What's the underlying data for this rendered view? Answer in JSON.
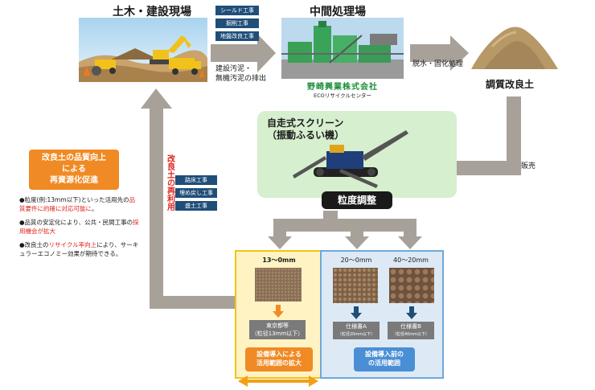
{
  "sites": {
    "construction": {
      "title": "土木・建設現場"
    },
    "intermediate": {
      "title": "中間処理場"
    },
    "improved_soil": {
      "title": "調質改良土"
    }
  },
  "work_types_top": [
    "シールド工事",
    "掘削工事",
    "地盤改良工事"
  ],
  "discharge_text": {
    "line1": "建設汚泥・",
    "line2": "無機汚泥の排出"
  },
  "dewatering_text": "脱水・固化処理",
  "company": {
    "name": "野崎興業株式会社",
    "subtitle": "ECOリサイクルセンター"
  },
  "sales_text": "販売",
  "screen": {
    "title_line1": "自走式スクリーン",
    "title_line2": "（振動ふるい機）"
  },
  "grain_adjust": "粒度調整",
  "reuse_label": "改良土の再利用",
  "work_types_reuse": [
    "路床工事",
    "埋め戻し工事",
    "盛土工事"
  ],
  "callout": {
    "line1": "改良土の品質向上",
    "line2": "による",
    "line3": "再資源化促進"
  },
  "bullets": [
    {
      "pre": "●粒度(例:13mm以下)といった活用先の",
      "highlight": "品質要件に的確に対応可能に",
      "post": "。"
    },
    {
      "pre": "●品質の安定化により、公共・民間工事の",
      "highlight": "採用機会が拡大",
      "post": ""
    },
    {
      "pre": "●改良土の",
      "highlight": "リサイクル率向上",
      "post": "により、サーキュラーエコノミー効果が期待できる。"
    }
  ],
  "products": {
    "fine": {
      "size": "13〜0mm",
      "label_line1": "東京都等",
      "label_line2": "（粒径13mm以下）"
    },
    "a": {
      "size": "20〜0mm",
      "label_line1": "仕様書A",
      "label_line2": "（粒径20mm以下）"
    },
    "b": {
      "size": "40〜20mm",
      "label_line1": "仕様書B",
      "label_line2": "（粒径40mm以下）"
    }
  },
  "pill_after": {
    "line1": "設備導入による",
    "line2": "活用範囲の拡大"
  },
  "pill_before": {
    "line1": "設備導入前の",
    "line2": "の活用範囲"
  },
  "colors": {
    "arrow_grey": "#a8a19a",
    "navy": "#1f4e79",
    "green_panel": "#d6efce",
    "yellow_fill": "#fff3c4",
    "yellow_border": "#f0c419",
    "blue_fill": "#ddeaf6",
    "blue_border": "#6ea8d8",
    "orange": "#f08a24",
    "red": "#e0221b",
    "company_green": "#1b8f3a"
  }
}
